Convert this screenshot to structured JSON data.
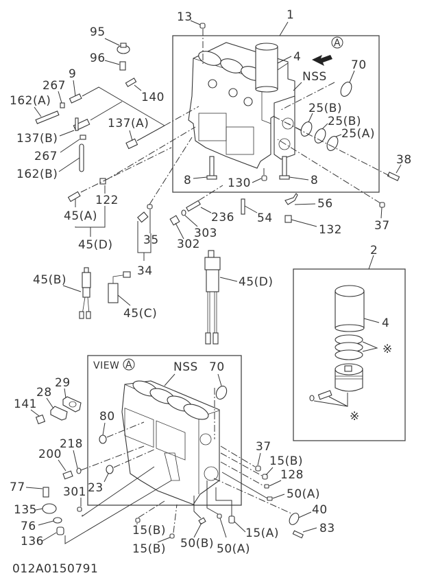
{
  "diagram": {
    "drawing_code": "012A0150791",
    "view_label": "VIEW",
    "view_marker": "A",
    "main_frame_label": "1",
    "kit_frame_label": "2",
    "nss_label": "NSS",
    "asterisk": "※"
  },
  "callouts": {
    "c95": "95",
    "c96": "96",
    "c9": "9",
    "c267a": "267",
    "c140": "140",
    "c162a": "162(A)",
    "c137b": "137(B)",
    "c137a": "137(A)",
    "c267b": "267",
    "c162b": "162(B)",
    "c13": "13",
    "c1": "1",
    "c4": "4",
    "c70": "70",
    "c25b1": "25(B)",
    "c25b2": "25(B)",
    "c25a": "25(A)",
    "c8a": "8",
    "c130": "130",
    "c8b": "8",
    "c38": "38",
    "c122": "122",
    "c45a": "45(A)",
    "c45d1": "45(D)",
    "c35": "35",
    "c34": "34",
    "c236": "236",
    "c303": "303",
    "c302": "302",
    "c54": "54",
    "c56": "56",
    "c132": "132",
    "c37a": "37",
    "c45b": "45(B)",
    "c45c": "45(C)",
    "c45d2": "45(D)",
    "c2": "2",
    "c4k": "4",
    "c29": "29",
    "c28": "28",
    "c141": "141",
    "c80": "80",
    "c218": "218",
    "c200": "200",
    "c23": "23",
    "c77": "77",
    "c301": "301",
    "c135": "135",
    "c76": "76",
    "c136": "136",
    "c70v": "70",
    "c37b": "37",
    "c15b1": "15(B)",
    "c128": "128",
    "c50a1": "50(A)",
    "c40": "40",
    "c83": "83",
    "c15a": "15(A)",
    "c50a2": "50(A)",
    "c50b": "50(B)",
    "c15b2": "15(B)",
    "c15b3": "15(B)"
  }
}
